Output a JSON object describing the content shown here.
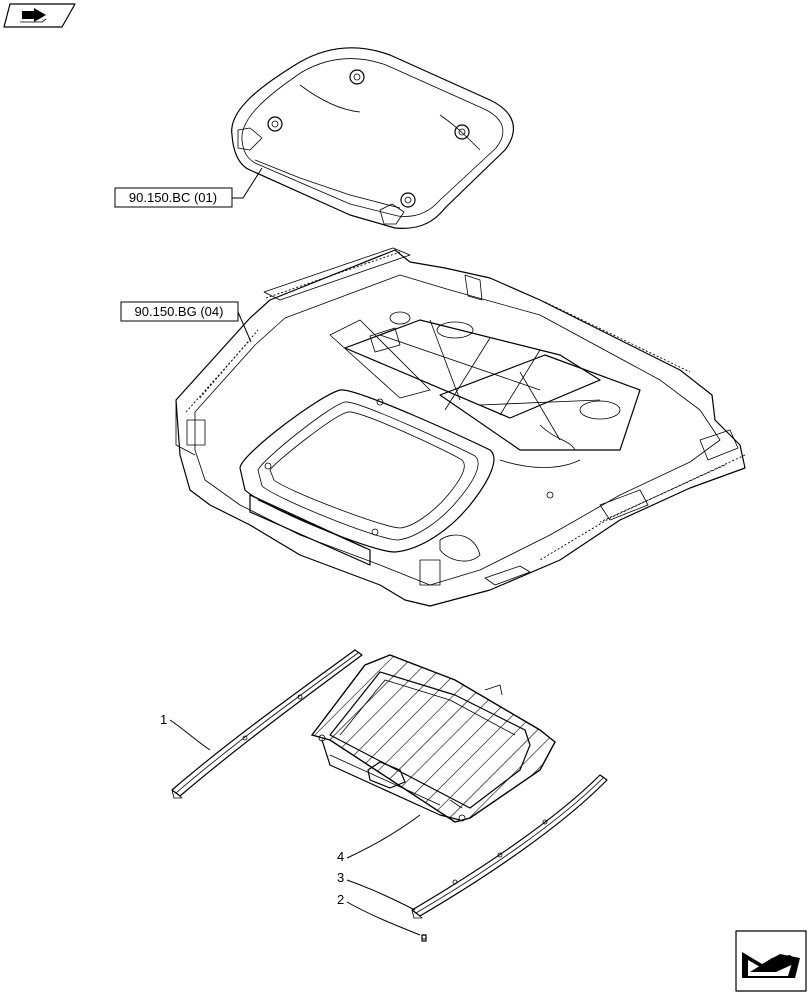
{
  "callouts": {
    "ref_upper": "90.150.BC (01)",
    "ref_middle": "90.150.BG (04)"
  },
  "part_numbers": {
    "p1": "1",
    "p2": "2",
    "p3": "3",
    "p4": "4"
  },
  "icons": {
    "top_left": "book-arrow-icon",
    "bottom_right": "next-page-arrow-icon"
  }
}
